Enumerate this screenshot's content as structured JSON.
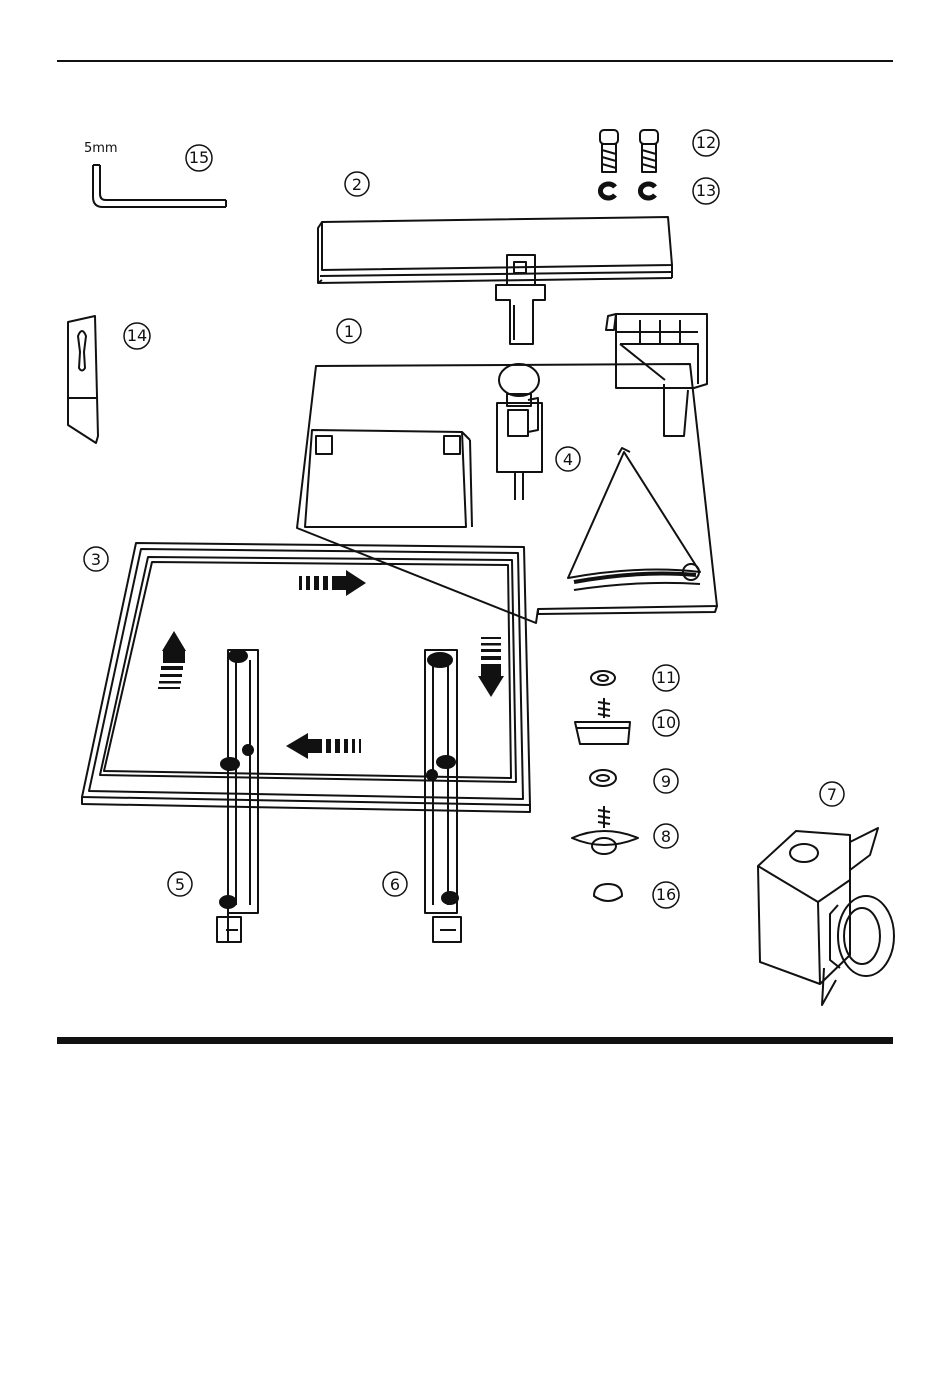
{
  "tool_label": "5mm",
  "callouts": [
    {
      "id": "part-1",
      "label": "1"
    },
    {
      "id": "part-2",
      "label": "2"
    },
    {
      "id": "part-3",
      "label": "3"
    },
    {
      "id": "part-4",
      "label": "4"
    },
    {
      "id": "part-5",
      "label": "5"
    },
    {
      "id": "part-6",
      "label": "6"
    },
    {
      "id": "part-7",
      "label": "7"
    },
    {
      "id": "part-8",
      "label": "8"
    },
    {
      "id": "part-9",
      "label": "9"
    },
    {
      "id": "part-10",
      "label": "10"
    },
    {
      "id": "part-11",
      "label": "11"
    },
    {
      "id": "part-12",
      "label": "12"
    },
    {
      "id": "part-13",
      "label": "13"
    },
    {
      "id": "part-14",
      "label": "14"
    },
    {
      "id": "part-15",
      "label": "15"
    },
    {
      "id": "part-16",
      "label": "16"
    }
  ]
}
